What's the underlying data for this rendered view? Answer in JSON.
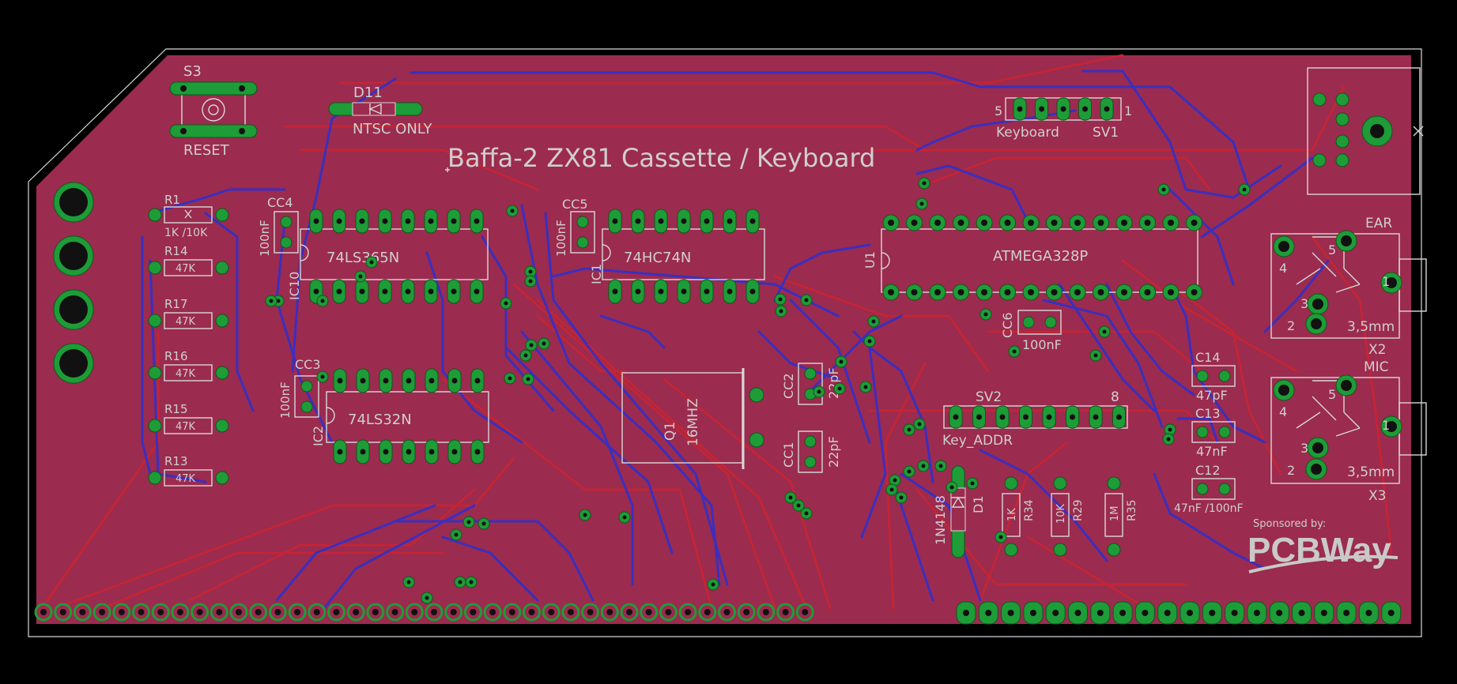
{
  "board": {
    "title": "Baffa-2 ZX81 Cassette / Keyboard",
    "sponsor_text": "Sponsored by:",
    "sponsor_logo_text": "PCBWay",
    "colors": {
      "background": "#000000",
      "copper_fill": "#9b2b4f",
      "top_traces": "#c22535",
      "bottom_traces": "#3a2fbf",
      "pads": "#1e9c37",
      "silkscreen": "#d8d8d8"
    }
  },
  "components": {
    "s3": {
      "ref": "S3",
      "value": "RESET"
    },
    "d11": {
      "ref": "D11",
      "value": "NTSC ONLY"
    },
    "r1": {
      "ref": "R1",
      "value": "1K /10K"
    },
    "r14": {
      "ref": "R14",
      "value": "47K"
    },
    "r17": {
      "ref": "R17",
      "value": "47K"
    },
    "r16": {
      "ref": "R16",
      "value": "47K"
    },
    "r15": {
      "ref": "R15",
      "value": "47K"
    },
    "r13": {
      "ref": "R13",
      "value": "47K"
    },
    "cc4": {
      "ref": "CC4",
      "value": "100nF"
    },
    "cc5": {
      "ref": "CC5",
      "value": "100nF"
    },
    "cc3": {
      "ref": "CC3",
      "value": "100nF"
    },
    "cc6": {
      "ref": "CC6",
      "value": "100nF"
    },
    "ic10": {
      "ref": "IC10",
      "value": "74LS365N"
    },
    "ic1": {
      "ref": "IC1",
      "value": "74HC74N"
    },
    "ic2": {
      "ref": "IC2",
      "value": "74LS32N"
    },
    "u1": {
      "ref": "U1",
      "value": "ATMEGA328P"
    },
    "q1": {
      "ref": "Q1",
      "value": "16MHZ"
    },
    "cc2": {
      "ref": "CC2",
      "value": "22pF"
    },
    "cc1": {
      "ref": "CC1",
      "value": "22pF"
    },
    "sv1": {
      "ref": "SV1",
      "value": "Keyboard",
      "pin_first": "5",
      "pin_last": "1"
    },
    "sv2": {
      "ref": "SV2",
      "value": "Key_ADDR",
      "pin_last": "8"
    },
    "d1": {
      "ref": "D1",
      "value": "1N4148"
    },
    "r34": {
      "ref": "R34",
      "value": "1K"
    },
    "r29": {
      "ref": "R29",
      "value": "10K"
    },
    "r35": {
      "ref": "R35",
      "value": "1M"
    },
    "c14": {
      "ref": "C14",
      "value": "47pF"
    },
    "c13": {
      "ref": "C13",
      "value": "47nF"
    },
    "c12": {
      "ref": "C12",
      "value": "47nF /100nF"
    },
    "x2": {
      "ref": "X2",
      "name": "EAR",
      "value": "3,5mm",
      "pins": [
        "5",
        "4",
        "3",
        "2",
        "1"
      ]
    },
    "x3": {
      "ref": "X3",
      "name": "MIC",
      "value": "3,5mm",
      "pins": [
        "5",
        "4",
        "3",
        "2",
        "1"
      ]
    }
  }
}
